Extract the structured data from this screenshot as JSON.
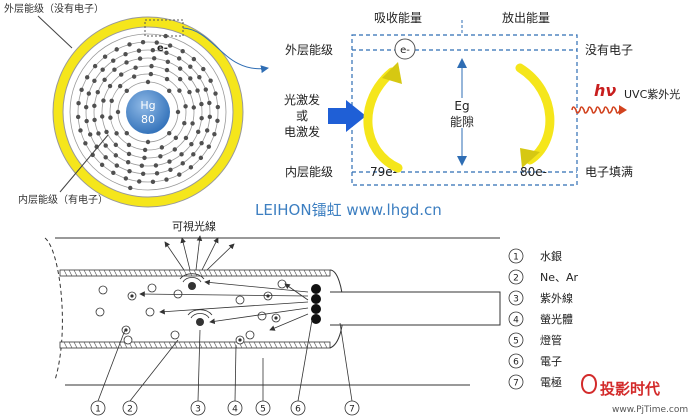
{
  "atom": {
    "outer_label": "外层能级（没有电子）",
    "inner_label": "内层能级（有电子）",
    "electron_label": "e-",
    "nucleus_symbol": "Hg",
    "nucleus_number": "80"
  },
  "energy": {
    "absorb_label": "吸收能量",
    "emit_label": "放出能量",
    "outer_level": "外层能级",
    "inner_level": "内层能级",
    "no_electron": "没有电子",
    "full_electron": "电子填满",
    "electron": "e-",
    "excite_line1": "光激发",
    "excite_line2": "或",
    "excite_line3": "电激发",
    "eg_label": "Eg",
    "gap_label": "能隙",
    "count_79": "79e-",
    "count_80": "80e-",
    "hv": "hν",
    "uvc": "UVC紫外光"
  },
  "watermark": "LEIHON镭虹 www.lhgd.cn",
  "tube": {
    "visible_label": "可視光線",
    "callouts": [
      "1",
      "2",
      "3",
      "4",
      "5",
      "6",
      "7"
    ]
  },
  "legend": [
    {
      "num": "1",
      "label": "水銀"
    },
    {
      "num": "2",
      "label": "Ne、Ar"
    },
    {
      "num": "3",
      "label": "紫外線"
    },
    {
      "num": "4",
      "label": "螢光體"
    },
    {
      "num": "5",
      "label": "燈管"
    },
    {
      "num": "6",
      "label": "電子"
    },
    {
      "num": "7",
      "label": "電極"
    }
  ],
  "logo": {
    "text": "投影时代",
    "url": "www.PjTime.com"
  },
  "colors": {
    "yellow": "#f5e61b",
    "blue_arrow": "#1f5fd6",
    "dash_blue": "#2e6db4",
    "orbit_dot": "#505050",
    "nucleus": "#4a86c8",
    "uv_wave": "#d2431f",
    "logo_red": "#d32b2b"
  }
}
